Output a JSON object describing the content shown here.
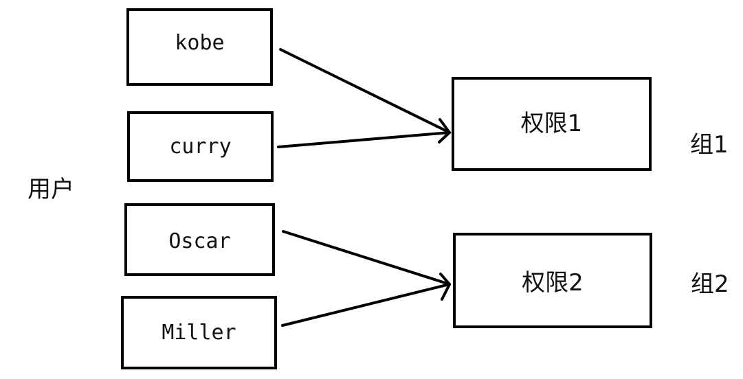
{
  "users_label": "用户",
  "users": [
    {
      "name": "kobe",
      "target": 0
    },
    {
      "name": "curry",
      "target": 0
    },
    {
      "name": "Oscar",
      "target": 1
    },
    {
      "name": "Miller",
      "target": 1
    }
  ],
  "permissions": [
    {
      "label": "权限1",
      "group": "组1"
    },
    {
      "label": "权限2",
      "group": "组2"
    }
  ],
  "colors": {
    "stroke": "#000000",
    "text": "#111111",
    "background": "#ffffff"
  }
}
